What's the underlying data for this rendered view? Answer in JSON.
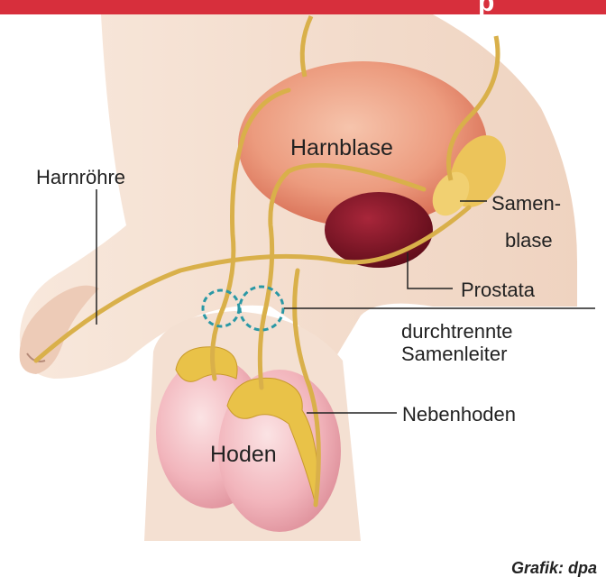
{
  "header": {
    "text": "p",
    "bar_color": "#d72f3c"
  },
  "labels": {
    "harnroehre": "Harnröhre",
    "harnblase": "Harnblase",
    "samenblase_line1": "Samen-",
    "samenblase_line2": "blase",
    "prostata": "Prostata",
    "cut_line1": "durchtrennte",
    "cut_line2": "Samenleiter",
    "nebenhoden": "Nebenhoden",
    "hoden": "Hoden"
  },
  "credit": "Grafik: dpa",
  "colors": {
    "skin": "#f3dccb",
    "bladder": "#e98d72",
    "prostate": "#7e1424",
    "duct": "#e7c45a",
    "testis": "#f3b9c0",
    "cut_marker": "#2a98a5"
  }
}
